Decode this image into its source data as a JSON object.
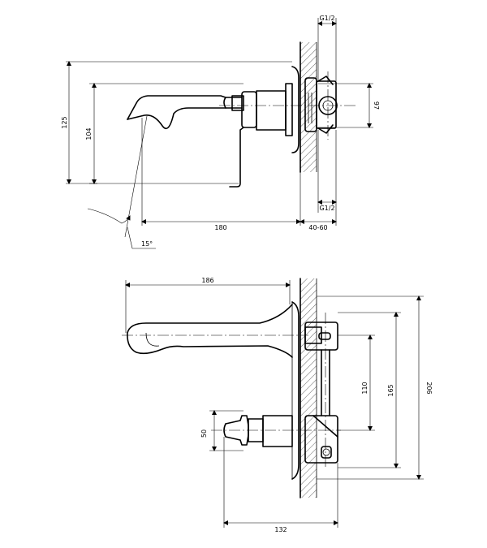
{
  "side_view": {
    "top_thread": "G1/2",
    "bottom_thread": "G1/2",
    "dim_height_125": "125",
    "dim_height_104": "104",
    "dim_height_97": "97",
    "dim_length_180": "180",
    "dim_wall_40_60": "40-60",
    "dim_angle_15": "15°"
  },
  "top_view": {
    "dim_186": "186",
    "dim_110": "110",
    "dim_165": "165",
    "dim_206": "206",
    "dim_50": "50",
    "dim_132": "132"
  }
}
